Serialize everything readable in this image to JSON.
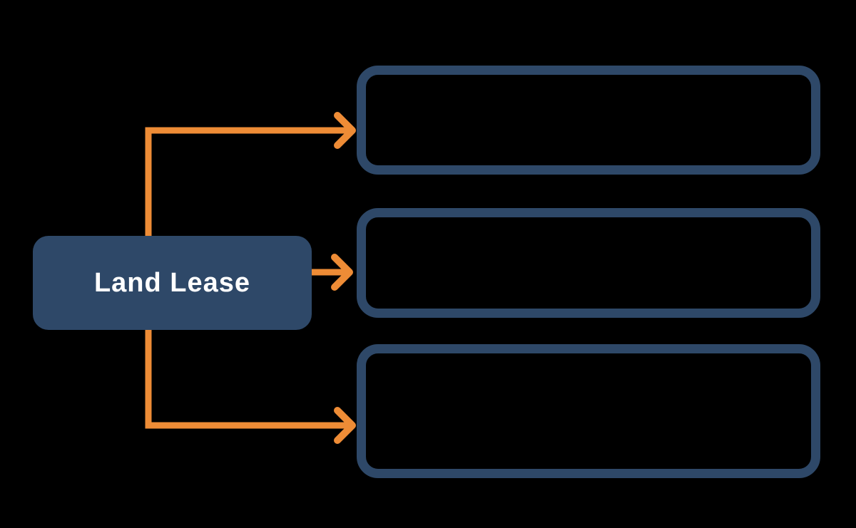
{
  "diagram": {
    "root": {
      "label": "Land Lease"
    },
    "branches": [
      {
        "id": "branch-1",
        "label": ""
      },
      {
        "id": "branch-2",
        "label": ""
      },
      {
        "id": "branch-3",
        "label": ""
      }
    ],
    "connections": [
      {
        "from": "root",
        "to": "branch-1",
        "style": "elbow-up"
      },
      {
        "from": "root",
        "to": "branch-2",
        "style": "straight"
      },
      {
        "from": "root",
        "to": "branch-3",
        "style": "elbow-down"
      }
    ],
    "colors": {
      "background": "#000000",
      "node_fill": "#2E4868",
      "branch_border": "#2E4868",
      "arrow": "#EE8C36",
      "root_text": "#FFFFFF"
    }
  }
}
